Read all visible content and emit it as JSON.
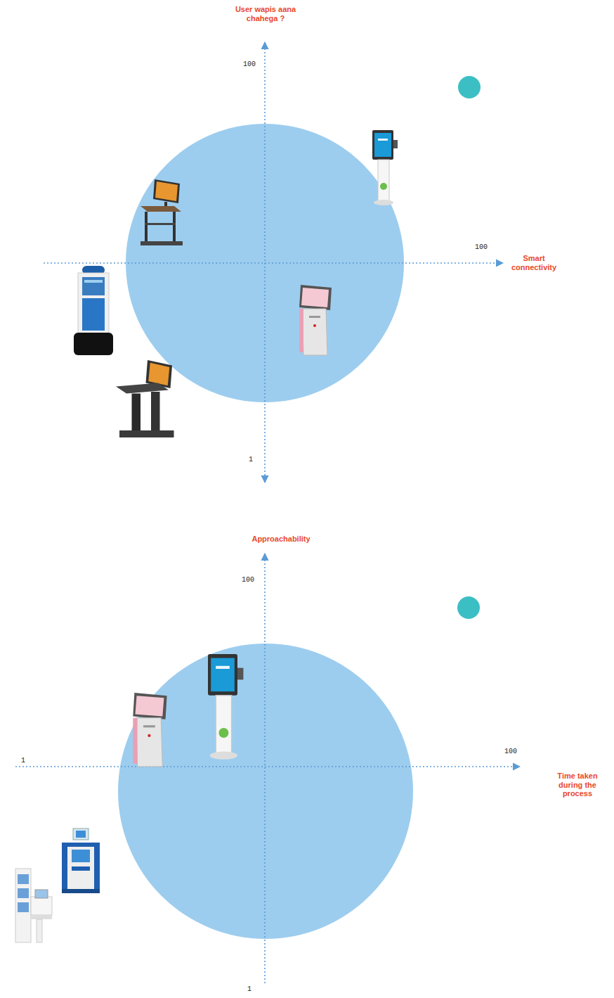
{
  "diagram": {
    "labels": [
      "User wapis aana chahega ?",
      "100",
      "100",
      "Smart connectivity",
      "1",
      "Approachability",
      "100",
      "1",
      "100",
      "Time taken during the process",
      "1"
    ]
  }
}
